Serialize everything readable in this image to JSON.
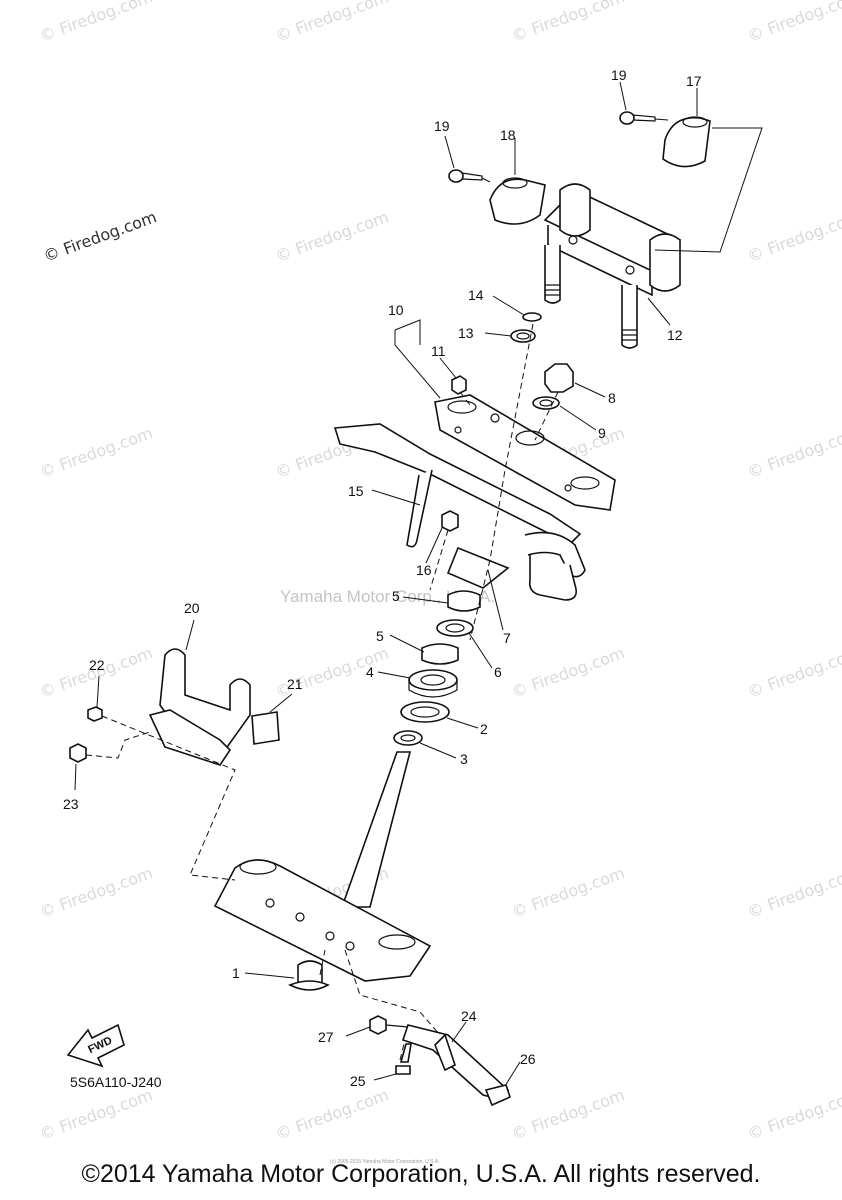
{
  "watermark": "© Firedog.com",
  "center_watermark": "Yamaha Motor Corp., U.S.A.",
  "diagram_code": "5S6A110-J240",
  "fwd_label": "FWD",
  "footer": "©2014 Yamaha Motor Corporation, U.S.A. All rights reserved.",
  "small_credit": "(c) 2005-2015 Yamaha Motor Corporation, U.S.A.",
  "callouts": {
    "c1": "1",
    "c2": "2",
    "c3": "3",
    "c4": "4",
    "c5a": "5",
    "c5b": "5",
    "c6": "6",
    "c7": "7",
    "c8": "8",
    "c9": "9",
    "c10": "10",
    "c11": "11",
    "c12": "12",
    "c13": "13",
    "c14": "14",
    "c15": "15",
    "c16": "16",
    "c17": "17",
    "c18": "18",
    "c19a": "19",
    "c19b": "19",
    "c20": "20",
    "c21": "21",
    "c22": "22",
    "c23": "23",
    "c24": "24",
    "c25": "25",
    "c26": "26",
    "c27": "27"
  }
}
